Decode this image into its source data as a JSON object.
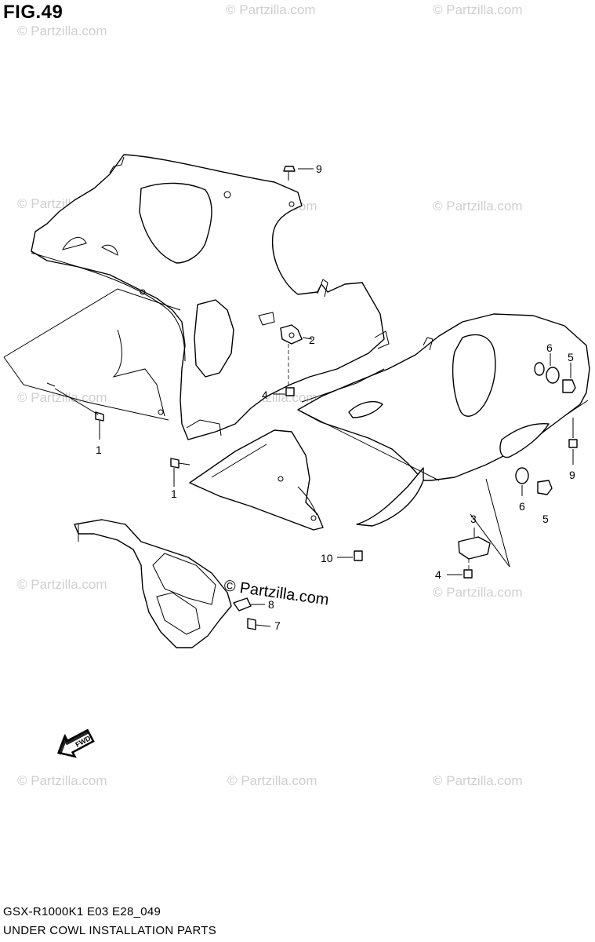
{
  "header": {
    "figure_label": "FIG.49"
  },
  "footer": {
    "model_code": "GSX-R1000K1 E03 E28_049",
    "section_title": "UNDER COWL INSTALLATION PARTS"
  },
  "watermark": {
    "text": "© Partzilla.com"
  },
  "callouts": {
    "c1a": "1",
    "c1b": "1",
    "c2": "2",
    "c3": "3",
    "c4a": "4",
    "c4b": "4",
    "c5a": "5",
    "c5b": "5",
    "c6a": "6",
    "c6b": "6",
    "c7": "7",
    "c8": "8",
    "c9a": "9",
    "c9b": "9",
    "c10": "10"
  },
  "arrow_label": "FWD"
}
